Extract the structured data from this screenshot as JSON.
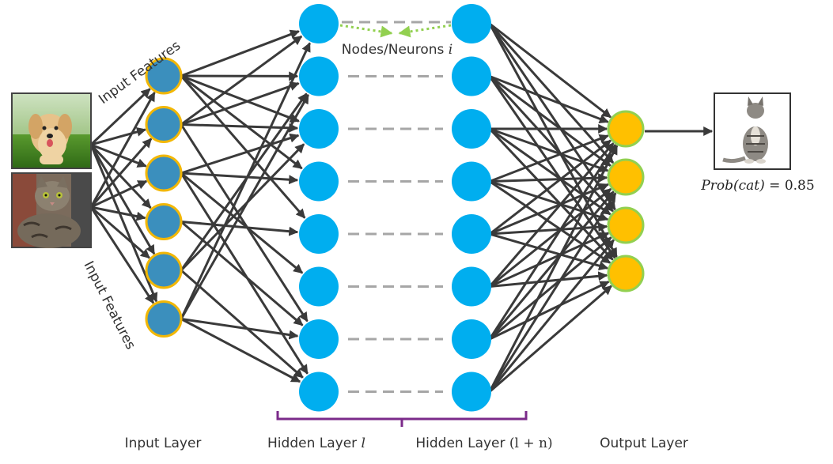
{
  "labels": {
    "input_layer": "Input Layer",
    "hidden_layer_l_prefix": "Hidden Layer ",
    "hidden_layer_l_var": "l",
    "hidden_layer_ln_prefix": "Hidden Layer ",
    "hidden_layer_ln_var": "(l + n)",
    "output_layer": "Output Layer",
    "nodes_neurons_prefix": "Nodes/Neurons ",
    "nodes_neurons_var": "i",
    "input_features_top": "Input Features",
    "input_features_bottom": "Input Features",
    "probability_text": "Prob(cat)",
    "probability_eq": " = 0.85"
  },
  "layers": {
    "input_nodes": 6,
    "hidden_l_nodes": 8,
    "hidden_ln_nodes": 8,
    "output_nodes": 4
  },
  "colors": {
    "input_fill": "#3b8fbd",
    "input_stroke": "#f2b705",
    "hidden_fill": "#00aeef",
    "output_fill": "#ffc000",
    "output_stroke": "#92d050",
    "edge": "#3a3a3a",
    "dash_gray": "#a6a6a6",
    "dash_green": "#92d050",
    "bracket": "#7b2a8a"
  },
  "images": {
    "dog": "dog-photo",
    "cat": "cat-photo",
    "output_cat": "cat-sitting-photo"
  }
}
